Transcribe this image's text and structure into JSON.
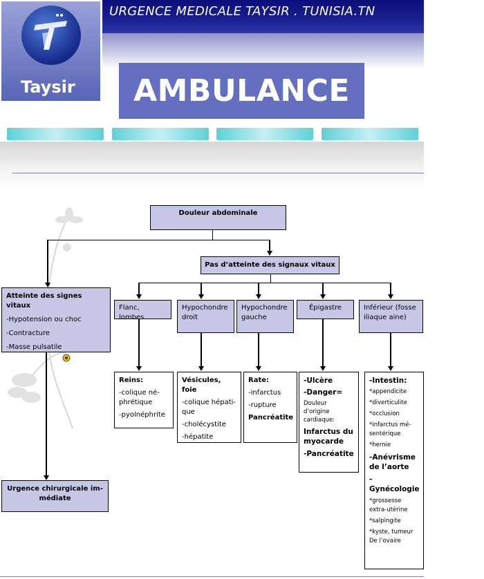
{
  "header": {
    "site_title": "URGENCE MEDICALE TAYSIR . TUNISIA.TN",
    "logo_text": "Taysir",
    "banner": "AMBULANCE"
  },
  "diagram": {
    "root": "Douleur abdominale",
    "vital": {
      "title": "Atteinte des signes vitaux",
      "items": [
        "-Hypotension ou choc",
        "-Contracture",
        "-Masse pulsatile"
      ]
    },
    "urgent": "Urgence chirurgicale im-médiate",
    "no_vital": "Pas d’atteinte des signaux vitaux",
    "regions": [
      "Flanc, lombes",
      "Hypochondre droit",
      "Hypochondre gauche",
      "Épigastre",
      "Inférieur (fosse iliaque aine)"
    ],
    "reins": {
      "title": "Reins:",
      "items": [
        "-colique né-phrétique",
        "-pyolnéphrite"
      ]
    },
    "vesicules": {
      "title": "Vésicules, foie",
      "items": [
        "-colique hépati-que",
        "-cholécystite",
        "-hépatite"
      ]
    },
    "rate": {
      "title": "Rate:",
      "items": [
        "-infarctus",
        "-rupture"
      ],
      "extra": "Pancréatite"
    },
    "epigastre": {
      "ulcere": "-Ulcère",
      "danger": "-Danger=",
      "note": "Douleur d’origine cardiaque:",
      "infarctus": "Infarctus du myocarde",
      "pancreatite": "-Pancréatite"
    },
    "intestin": {
      "title": "-Intestin:",
      "items": [
        "*appendicite",
        "*diverticulite",
        "*occlusion",
        "*infarctus mé-sentérique",
        "*hernie"
      ],
      "anevrisme": "-Anévrisme de l’aorte",
      "gyneco": "-Gynécologie",
      "gyn_items": [
        "*grossesse extra-utérine",
        "*salpingite",
        "*kyste, tumeur",
        "De l’ovaire"
      ]
    }
  },
  "colors": {
    "header_blue": "#0b0f7a",
    "banner": "#6470bf",
    "box_fill": "#c7c8e6",
    "nav_cyan": "#5fd0d6"
  }
}
